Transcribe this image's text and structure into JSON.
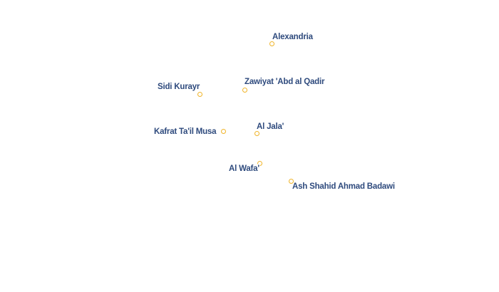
{
  "places": [
    {
      "name": "Alexandria"
    },
    {
      "name": "Zawiyat 'Abd al Qadir"
    },
    {
      "name": "Sidi Kurayr"
    },
    {
      "name": "Kafrat Ta'il Musa"
    },
    {
      "name": "Al Jala'"
    },
    {
      "name": "Al Wafa'"
    },
    {
      "name": "Ash Shahid Ahmad Badawi"
    }
  ],
  "colors": {
    "label": "#2e4a7d",
    "label_halo": "#ffffff",
    "marker": "#f0b429",
    "background": "#ffffff"
  },
  "icons": {
    "marker": "place-marker-icon"
  }
}
